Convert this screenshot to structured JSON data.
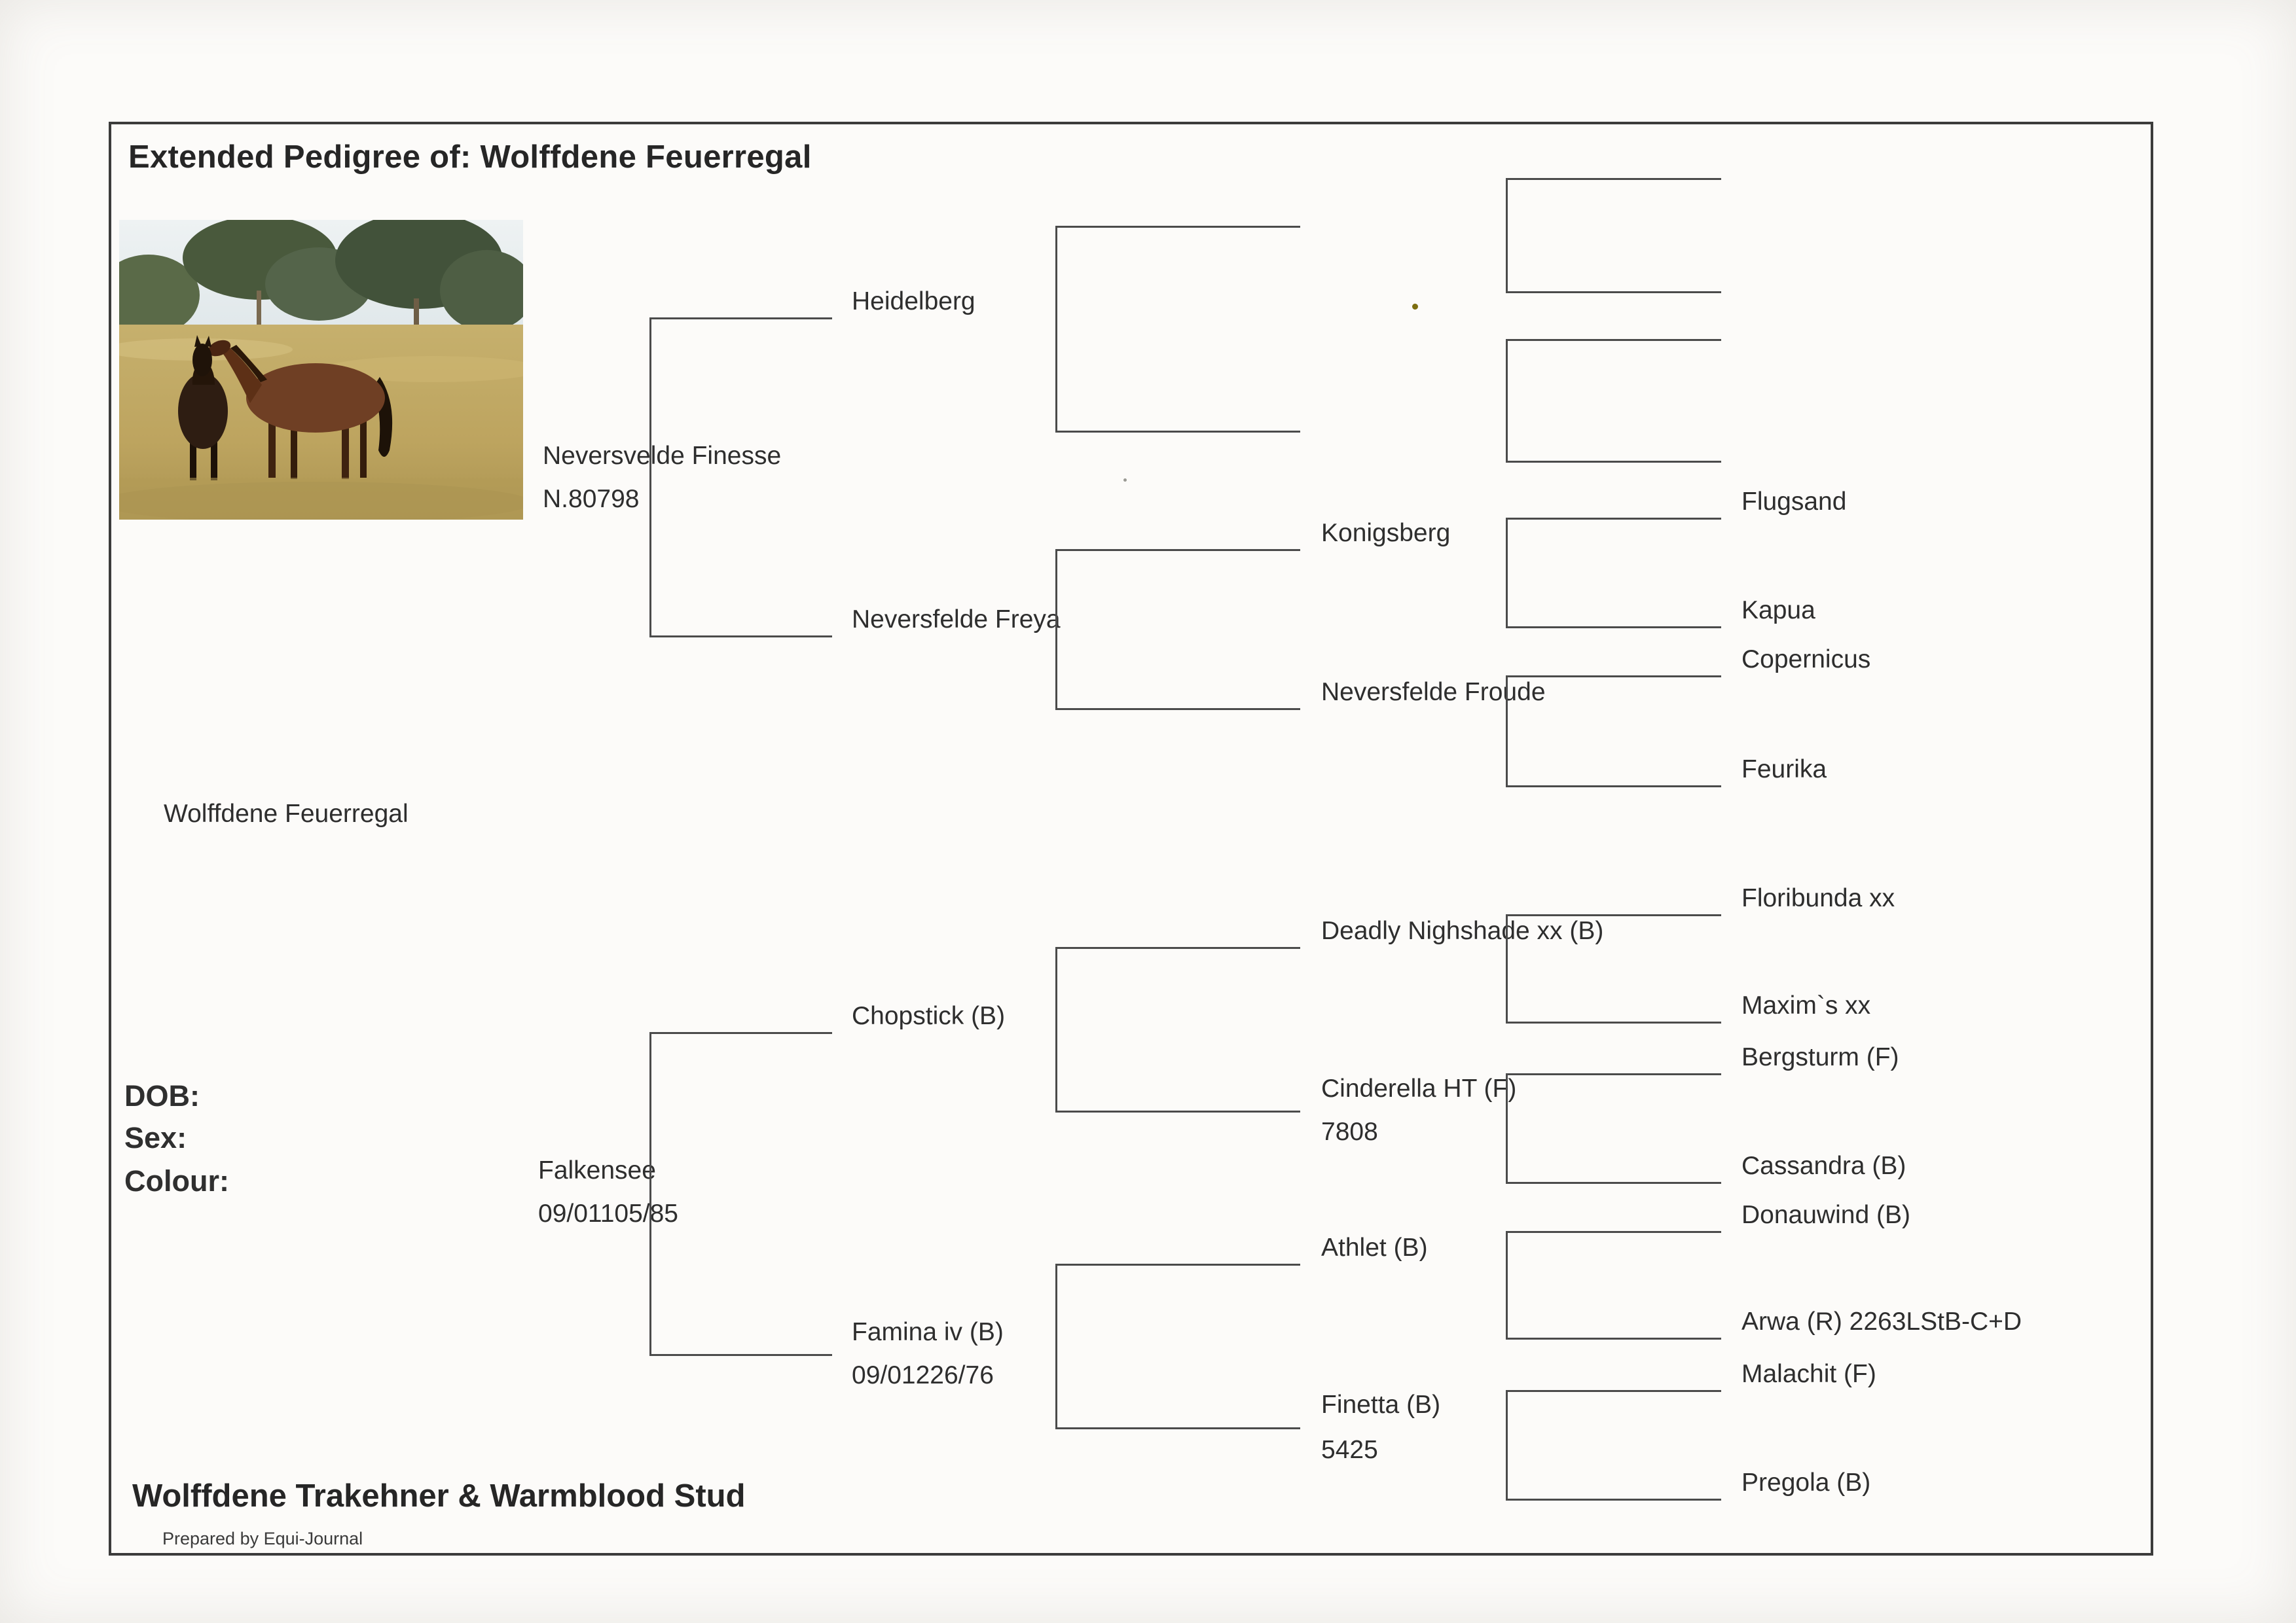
{
  "title": "Extended Pedigree of: Wolffdene Feuerregal",
  "subject": {
    "name": "Wolffdene Feuerregal"
  },
  "details": {
    "dob_label": "DOB:",
    "sex_label": "Sex:",
    "colour_label": "Colour:"
  },
  "photo": {
    "description": "Two bay horses standing in a dry golden paddock with trees behind"
  },
  "pedigree": {
    "sire": {
      "name": "Neversvelde Finesse",
      "reg": "N.80798",
      "sire": {
        "name": "Heidelberg"
      },
      "dam": {
        "name": "Neversfelde Freya",
        "sire": {
          "name": "Konigsberg",
          "sire": {
            "name": "Flugsand"
          },
          "dam": {
            "name": "Kapua"
          }
        },
        "dam": {
          "name": "Neversfelde Froude",
          "sire": {
            "name": "Copernicus"
          },
          "dam": {
            "name": "Feurika"
          }
        }
      }
    },
    "dam": {
      "name": "Falkensee",
      "reg": "09/01105/85",
      "sire": {
        "name": "Chopstick (B)",
        "sire": {
          "name": "Deadly Nighshade xx (B)",
          "sire": {
            "name": "Floribunda xx"
          },
          "dam": {
            "name": "Maxim`s xx"
          }
        },
        "dam": {
          "name": "Cinderella HT (F)",
          "reg": "7808",
          "sire": {
            "name": "Bergsturm (F)"
          },
          "dam": {
            "name": "Cassandra (B)"
          }
        }
      },
      "dam": {
        "name": "Famina iv (B)",
        "reg": "09/01226/76",
        "sire": {
          "name": "Athlet (B)",
          "sire": {
            "name": "Donauwind (B)"
          },
          "dam": {
            "name": "Arwa (R) 2263LStB-C+D"
          }
        },
        "dam": {
          "name": "Finetta (B)",
          "reg": "5425",
          "sire": {
            "name": "Malachit (F)"
          },
          "dam": {
            "name": "Pregola (B)"
          }
        }
      }
    }
  },
  "footer": {
    "stud_name": "Wolffdene Trakehner & Warmblood Stud",
    "prepared_by": "Prepared by Equi-Journal"
  }
}
